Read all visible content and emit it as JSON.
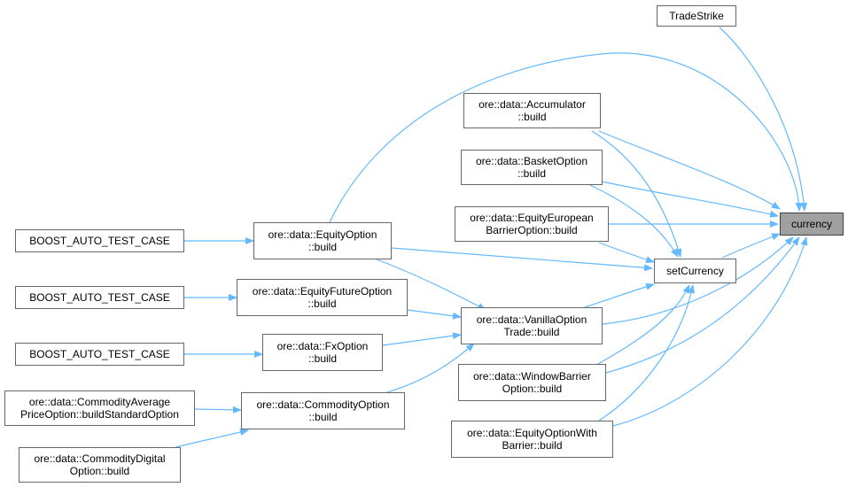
{
  "colors": {
    "edge": "#63b8ff",
    "node_border": "#666666",
    "highlight_fill": "#a0a0a0"
  },
  "nodes": {
    "trade_strike": {
      "lines": [
        "TradeStrike"
      ]
    },
    "currency": {
      "lines": [
        "currency"
      ]
    },
    "set_currency": {
      "lines": [
        "setCurrency"
      ]
    },
    "accumulator_build": {
      "lines": [
        "ore::data::Accumulator",
        "::build"
      ]
    },
    "basket_option_build": {
      "lines": [
        "ore::data::BasketOption",
        "::build"
      ]
    },
    "equity_european_barrier_build": {
      "lines": [
        "ore::data::EquityEuropean",
        "BarrierOption::build"
      ]
    },
    "equity_option_build": {
      "lines": [
        "ore::data::EquityOption",
        "::build"
      ]
    },
    "equity_future_option_build": {
      "lines": [
        "ore::data::EquityFutureOption",
        "::build"
      ]
    },
    "vanilla_option_trade_build": {
      "lines": [
        "ore::data::VanillaOption",
        "Trade::build"
      ]
    },
    "fx_option_build": {
      "lines": [
        "ore::data::FxOption",
        "::build"
      ]
    },
    "window_barrier_build": {
      "lines": [
        "ore::data::WindowBarrier",
        "Option::build"
      ]
    },
    "commodity_option_build": {
      "lines": [
        "ore::data::CommodityOption",
        "::build"
      ]
    },
    "equity_option_with_barrier_build": {
      "lines": [
        "ore::data::EquityOptionWith",
        "Barrier::build"
      ]
    },
    "boost_test_1": {
      "lines": [
        "BOOST_AUTO_TEST_CASE"
      ]
    },
    "boost_test_2": {
      "lines": [
        "BOOST_AUTO_TEST_CASE"
      ]
    },
    "boost_test_3": {
      "lines": [
        "BOOST_AUTO_TEST_CASE"
      ]
    },
    "commodity_average_price_build_standard": {
      "lines": [
        "ore::data::CommodityAverage",
        "PriceOption::buildStandardOption"
      ]
    },
    "commodity_digital_option_build": {
      "lines": [
        "ore::data::CommodityDigital",
        "Option::build"
      ]
    }
  }
}
